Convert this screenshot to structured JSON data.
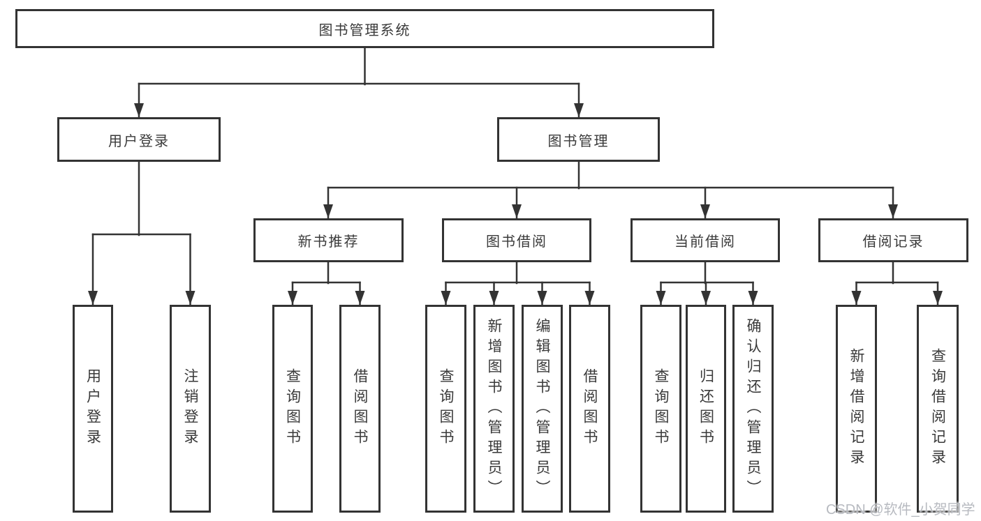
{
  "diagram": {
    "title": "图书管理系统",
    "level2": [
      {
        "label": "用户登录"
      },
      {
        "label": "图书管理"
      }
    ],
    "level3": [
      {
        "label": "新书推荐",
        "parent": "图书管理"
      },
      {
        "label": "图书借阅",
        "parent": "图书管理"
      },
      {
        "label": "当前借阅",
        "parent": "图书管理"
      },
      {
        "label": "借阅记录",
        "parent": "图书管理"
      }
    ],
    "leaves": [
      {
        "label": "用户登录",
        "parent": "用户登录"
      },
      {
        "label": "注销登录",
        "parent": "用户登录"
      },
      {
        "label": "查询图书",
        "parent": "新书推荐"
      },
      {
        "label": "借阅图书",
        "parent": "新书推荐"
      },
      {
        "label": "查询图书",
        "parent": "图书借阅"
      },
      {
        "label": "新增图书（管理员）",
        "parent": "图书借阅"
      },
      {
        "label": "编辑图书（管理员）",
        "parent": "图书借阅"
      },
      {
        "label": "借阅图书",
        "parent": "图书借阅"
      },
      {
        "label": "查询图书",
        "parent": "当前借阅"
      },
      {
        "label": "归还图书",
        "parent": "当前借阅"
      },
      {
        "label": "确认归还（管理员）",
        "parent": "当前借阅"
      },
      {
        "label": "新增借阅记录",
        "parent": "借阅记录"
      },
      {
        "label": "查询借阅记录",
        "parent": "借阅记录"
      }
    ]
  },
  "watermark": {
    "text": "CSDN @软件_小贺同学"
  },
  "colors": {
    "line": "#333333",
    "text": "#3a3a3a",
    "background": "#ffffff",
    "watermark": "#b7bac0"
  }
}
